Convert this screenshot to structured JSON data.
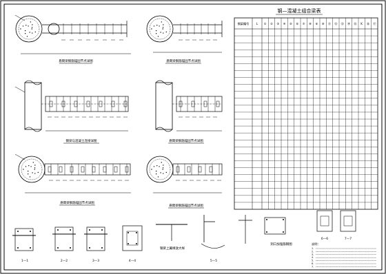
{
  "table": {
    "title": "钢—混凝土组合梁表",
    "header_first": "钢梁编号",
    "header_second": "L",
    "header_symbols": [
      "①",
      "②",
      "③",
      "④",
      "⑤",
      "⑥",
      "⑦",
      "⑧",
      "⑨",
      "⑩",
      "⑪",
      "⑫",
      "⑬",
      "⑭",
      "⑮",
      "K",
      "⑯",
      "⑰"
    ],
    "row_count": 26
  },
  "views": {
    "view1_caption": "悬臂梁钢筋锚固节点详图",
    "view2_caption": "悬臂梁钢筋锚固节点详图",
    "view3_caption": "钢梁与混凝土连接详图",
    "view4_caption": "悬臂梁钢筋锚固节点详图",
    "view5_caption": "悬臂梁钢筋锚固节点详图",
    "view6_caption": "悬臂梁钢筋锚固节点详图"
  },
  "sections": [
    {
      "label": "1—1"
    },
    {
      "label": "2—2"
    },
    {
      "label": "3—3"
    },
    {
      "label": "4—4"
    }
  ],
  "bottom": {
    "detail_caption": "钢梁上翼缘放大样",
    "section55_label": "5—5",
    "hole_caption": "洞口加强筋钢图",
    "section66_label": "6—6",
    "section77_label": "7—7",
    "notes_title": "说明：",
    "notes_lines": [
      "1.",
      "2.",
      "3.",
      "4.",
      "5.",
      "6.",
      "7."
    ]
  },
  "colors": {
    "line": "#000000",
    "background": "#ffffff"
  }
}
